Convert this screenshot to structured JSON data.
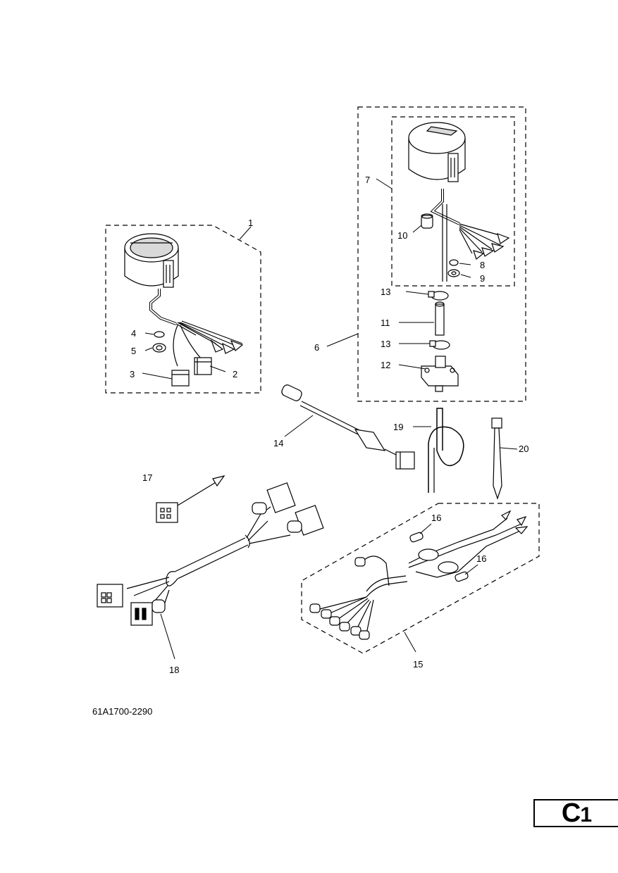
{
  "document_code": "61A1700-2290",
  "page_code": {
    "letter": "C",
    "number": "1"
  },
  "callouts": {
    "p1": "1",
    "p2": "2",
    "p3": "3",
    "p4": "4",
    "p5": "5",
    "p6": "6",
    "p7": "7",
    "p8": "8",
    "p9": "9",
    "p10": "10",
    "p11": "11",
    "p12": "12",
    "p13a": "13",
    "p13b": "13",
    "p14": "14",
    "p15": "15",
    "p16a": "16",
    "p16b": "16",
    "p17": "17",
    "p18": "18",
    "p19": "19",
    "p20": "20"
  },
  "colors": {
    "ink": "#000000",
    "paper": "#ffffff",
    "shade": "#d9d9d9"
  }
}
